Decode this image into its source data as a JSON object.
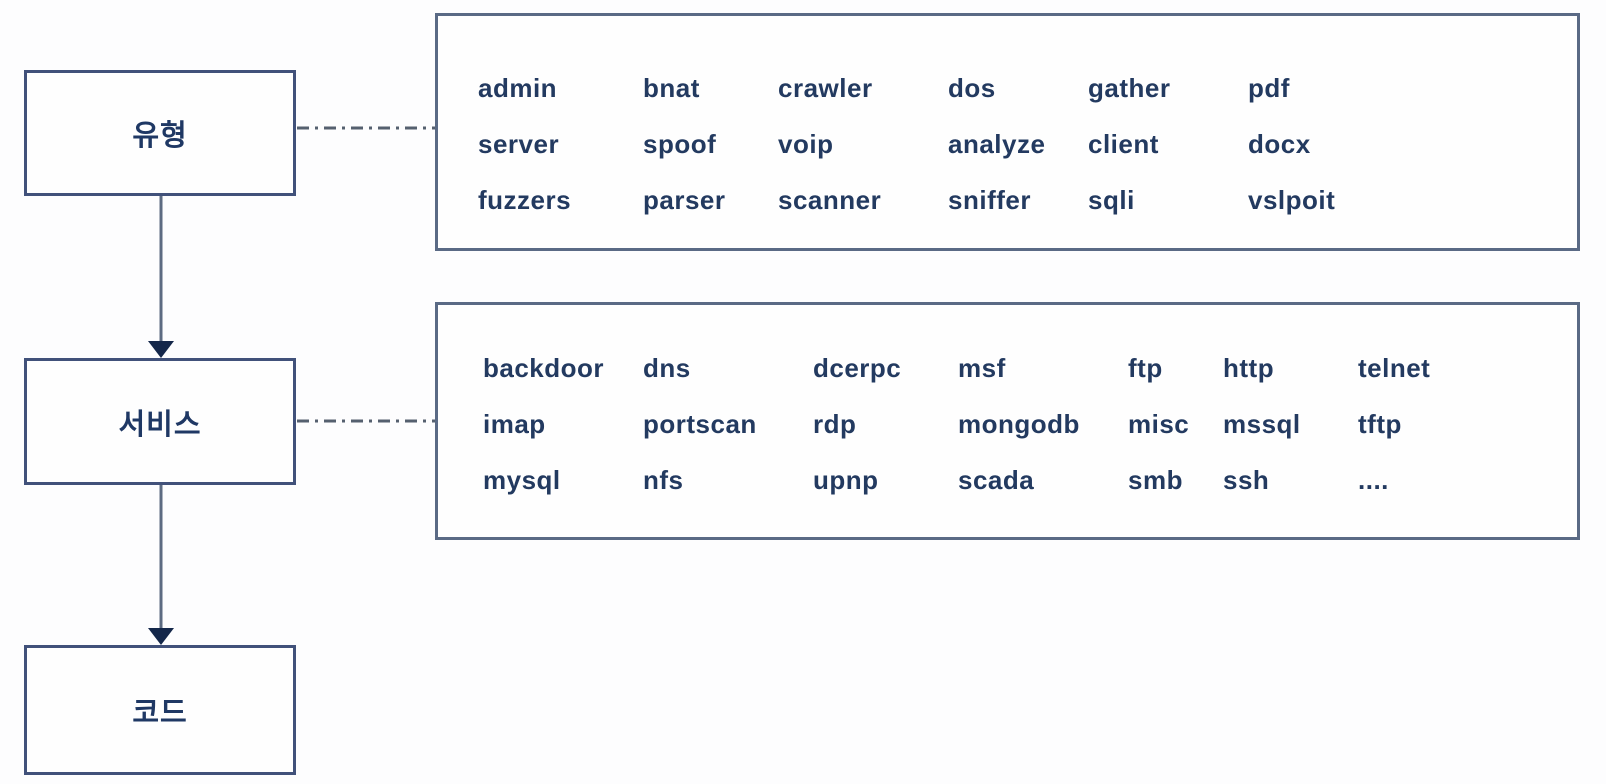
{
  "flow": {
    "nodes": [
      {
        "id": "type",
        "label": "유형"
      },
      {
        "id": "service",
        "label": "서비스"
      },
      {
        "id": "code",
        "label": "코드"
      }
    ]
  },
  "type_panel": {
    "rows": [
      [
        "admin",
        "bnat",
        "crawler",
        "dos",
        "gather",
        "pdf"
      ],
      [
        "server",
        "spoof",
        "voip",
        "analyze",
        "client",
        "docx"
      ],
      [
        "fuzzers",
        "parser",
        "scanner",
        "sniffer",
        "sqli",
        "vslpoit"
      ]
    ]
  },
  "service_panel": {
    "rows": [
      [
        "backdoor",
        "dns",
        "dcerpc",
        "msf",
        "ftp",
        "http",
        "telnet"
      ],
      [
        "imap",
        "portscan",
        "rdp",
        "mongodb",
        "misc",
        "mssql",
        "tftp"
      ],
      [
        "mysql",
        "nfs",
        "upnp",
        "scada",
        "smb",
        "ssh",
        "...."
      ]
    ]
  },
  "connectors": {
    "type_to_service": "arrow-down",
    "service_to_code": "arrow-down",
    "type_to_panel": "dash-dot",
    "service_to_panel": "dash-dot"
  },
  "colors": {
    "node_border": "#41517a",
    "panel_border": "#5a6a85",
    "text": "#233a60",
    "korean_text": "#1f3864",
    "arrow_line": "#5d6b82",
    "arrow_head": "#14274a",
    "dash_line": "#55606f",
    "background": "#fdfdfe"
  }
}
